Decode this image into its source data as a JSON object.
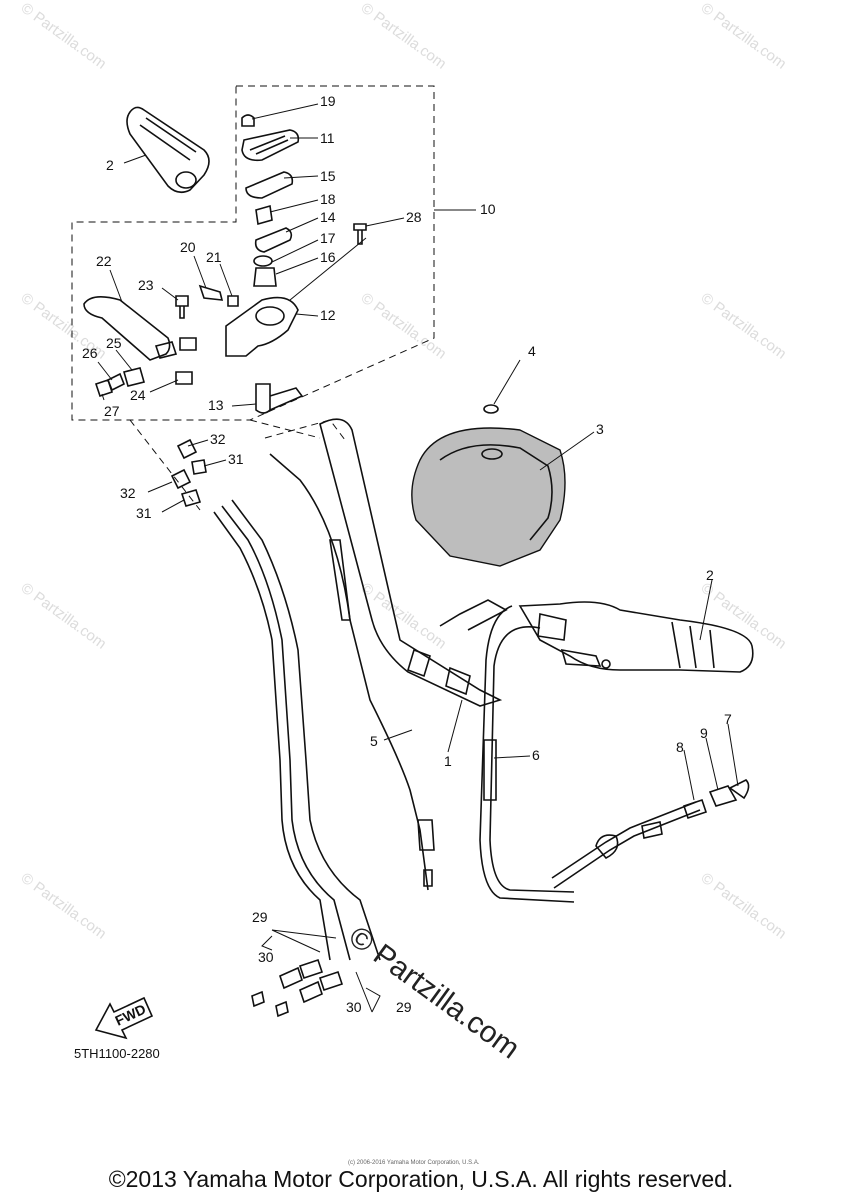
{
  "diagram": {
    "callouts": [
      "19",
      "11",
      "2",
      "15",
      "18",
      "14",
      "28",
      "10",
      "17",
      "16",
      "22",
      "20",
      "21",
      "23",
      "12",
      "4",
      "3",
      "25",
      "26",
      "24",
      "27",
      "13",
      "32",
      "31",
      "32",
      "31",
      "2",
      "7",
      "9",
      "8",
      "6",
      "5",
      "1",
      "29",
      "30",
      "30",
      "29"
    ],
    "fwd_label": "FWD",
    "drawing_code": "5TH1100-2280"
  },
  "watermark": {
    "text": "© Partzilla.com",
    "main_text": "© Partzilla.com"
  },
  "footer": {
    "copyright": "©2013 Yamaha Motor Corporation, U.S.A. All rights reserved.",
    "small_print": "(c) 2006-2016 Yamaha Motor Corporation, U.S.A."
  }
}
